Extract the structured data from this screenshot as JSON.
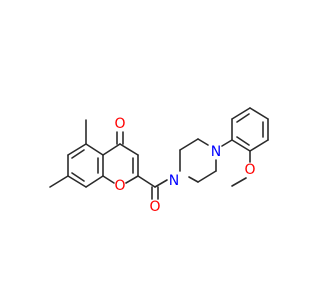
{
  "molecule": {
    "atom_labels": {
      "carbonyl_o_ketone": "O",
      "ring_o": "O",
      "amide_o": "O",
      "n_amide": "N",
      "n_aryl": "N",
      "ether_o": "O"
    },
    "colors": {
      "bond": "#2b2b2b",
      "oxygen": "#ff0000",
      "nitrogen": "#0000ff"
    }
  }
}
